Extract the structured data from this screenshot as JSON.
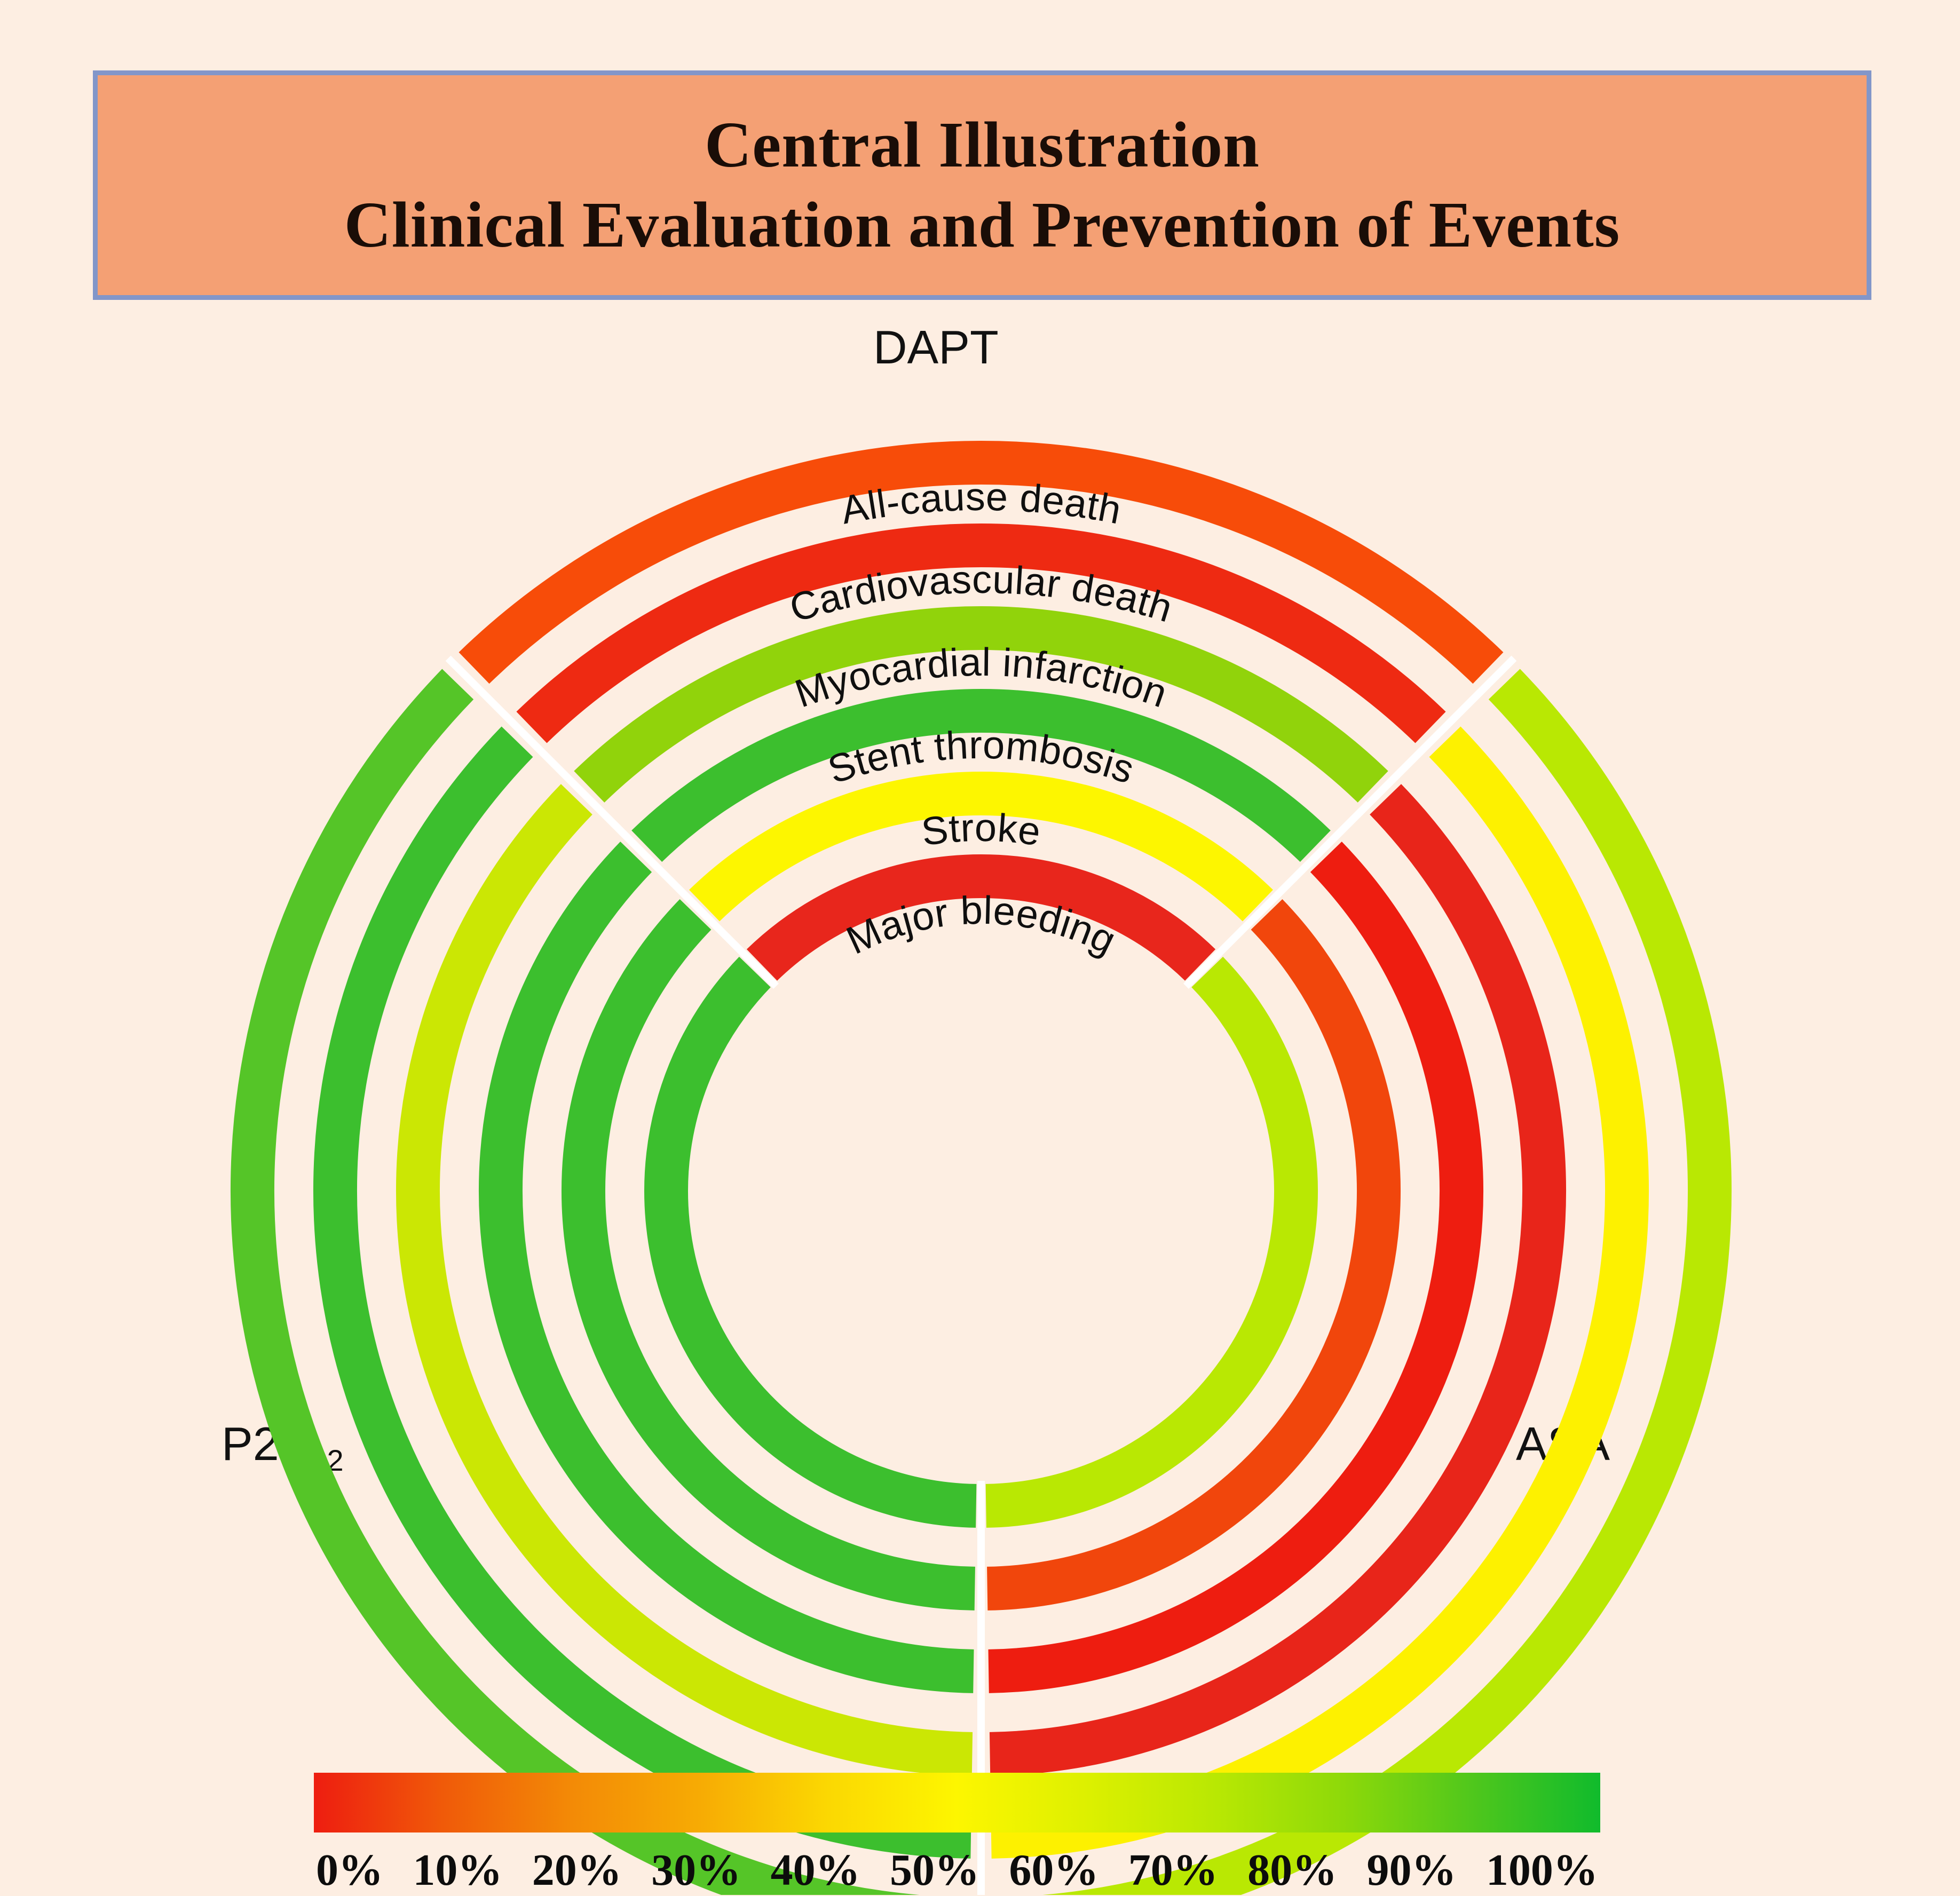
{
  "banner": {
    "line1": "Central Illustration",
    "line2": "Clinical Evaluation and  Prevention of Events",
    "fill_color": "#f4a074",
    "border_color": "#8296c9"
  },
  "page": {
    "background_color": "#fdeee2"
  },
  "groups": {
    "top": "DAPT",
    "left_main": "P2Y",
    "left_sub": "12",
    "right": "ASA"
  },
  "chart_data": {
    "type": "radial_bar",
    "title": "Clinical Evaluation and  Prevention of Events",
    "units": "%",
    "value_range": [
      0,
      100
    ],
    "sector_labels": [
      "DAPT",
      "P2Y12",
      "ASA"
    ],
    "sector_angles_deg": {
      "DAPT": [
        -45,
        45
      ],
      "ASA": [
        45,
        180
      ],
      "P2Y12": [
        180,
        315
      ]
    },
    "categories": [
      "Major bleeding",
      "Stroke",
      "Stent thrombosis",
      "Myocardial infarction",
      "Cardiovascular death",
      "All-cause death"
    ],
    "ring_order_inner_to_outer": [
      "Major bleeding",
      "Stroke",
      "Stent thrombosis",
      "Myocardial infarction",
      "Cardiovascular death",
      "All-cause death"
    ],
    "series": [
      {
        "name": "DAPT",
        "values": [
          8,
          50,
          82,
          72,
          8,
          15
        ],
        "colors": [
          "#e8261c",
          "#fdf600",
          "#3cbf2e",
          "#91d30b",
          "#ee2a12",
          "#f74c09"
        ]
      },
      {
        "name": "P2Y12",
        "values": [
          84,
          84,
          84,
          68,
          84,
          78
        ],
        "colors": [
          "#3cbf2e",
          "#3cbf2e",
          "#3cbf2e",
          "#cbe704",
          "#3cbf2e",
          "#55c528"
        ]
      },
      {
        "name": "ASA",
        "values": [
          70,
          12,
          8,
          8,
          48,
          66
        ],
        "colors": [
          "#b9e803",
          "#f1460c",
          "#ee1d10",
          "#e8251a",
          "#fdf100",
          "#b9e803"
        ]
      }
    ],
    "colorbar": {
      "orientation": "horizontal",
      "ticks": [
        "0%",
        "10%",
        "20%",
        "30%",
        "40%",
        "50%",
        "60%",
        "70%",
        "80%",
        "90%",
        "100%"
      ],
      "stops": [
        "#ee1d10",
        "#f05a09",
        "#f38a06",
        "#f7ab04",
        "#fbd802",
        "#fdf600",
        "#ddf000",
        "#b9e803",
        "#8ed909",
        "#50c71c",
        "#10bb2c"
      ]
    },
    "divider_color": "#ffffff",
    "geometry": {
      "center_x": 1838,
      "center_y": 2232,
      "ring_radii": [
        590,
        745,
        900,
        1055,
        1210,
        1365
      ],
      "ring_thickness": 82
    }
  }
}
